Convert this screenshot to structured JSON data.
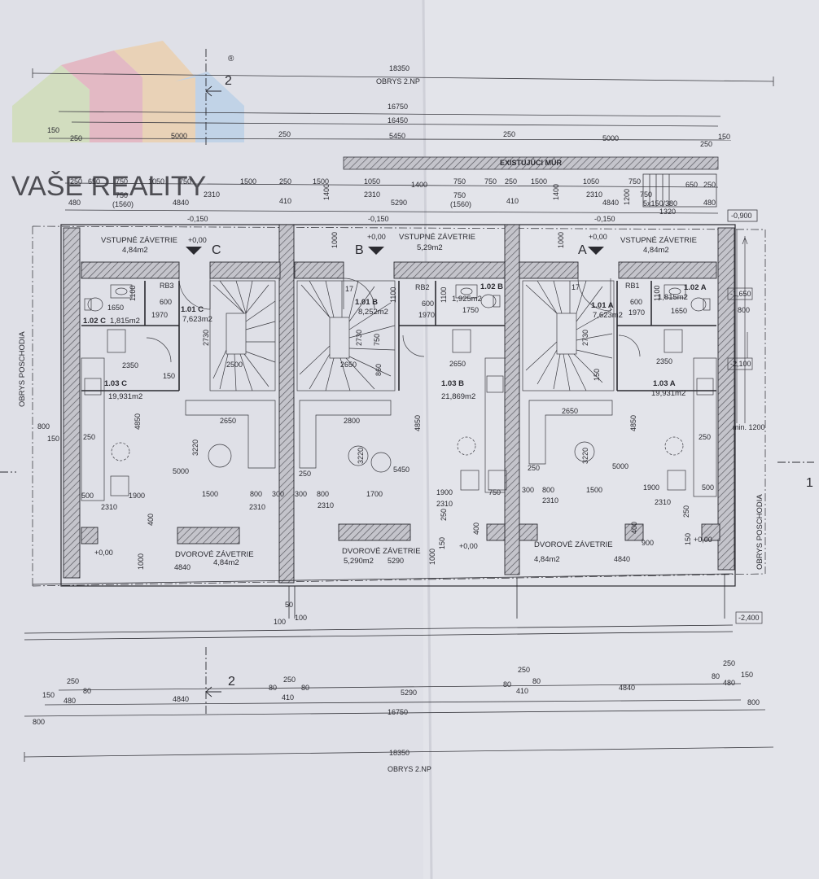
{
  "watermark": {
    "text": "VAŠE REALITY",
    "mark": "®"
  },
  "dims": {
    "total": "18350",
    "obrys": "OBRYS 2.NP",
    "d16750": "16750",
    "d16450": "16450",
    "d150": "150",
    "d250": "250",
    "d5000": "5000",
    "d5450": "5450",
    "d650": "650",
    "d750": "750",
    "d1050": "1050",
    "d1500": "1500",
    "d1400": "1400",
    "d480": "480",
    "d4840": "4840",
    "d2310": "2310",
    "d1560": "(1560)",
    "d410": "410",
    "d5290": "5290",
    "d1000": "1000",
    "d1200": "1200",
    "d1320": "1320",
    "stair_step": "5x150/380",
    "existing_wall": "EXISTUJÚCI MÚR",
    "lvl_m0150": "-0,150",
    "lvl_0": "+0,00",
    "lvl_m0900": "-0,900",
    "lvl_m1650": "-1,650",
    "lvl_m2100": "-2,100",
    "lvl_m2400": "-2,400",
    "d800": "800",
    "d100": "100",
    "d50": "50",
    "d80": "80",
    "d900": "900",
    "d400": "400",
    "min1200": "min. 1200",
    "obrys_poschodia": "OBRYS POSCHODIA",
    "d1100": "1100",
    "d600": "600",
    "d1970": "1970",
    "d1650": "1650",
    "d1750": "1750",
    "d2730": "2730",
    "d2350": "2350",
    "d2500": "2500",
    "d2650": "2650",
    "d2800": "2800",
    "d4850": "4850",
    "d3220": "3220",
    "d1900": "1900",
    "d500": "500",
    "d1700": "1700",
    "d300": "300",
    "d860": "860",
    "d17": "17"
  },
  "section_marks": {
    "two": "2",
    "one": "1"
  },
  "units": {
    "a": "A",
    "b": "B",
    "c": "C"
  },
  "rooms": {
    "vst_name": "VSTUPNÉ ZÁVETRIE",
    "vst_c": "4,84m2",
    "vst_b": "5,29m2",
    "vst_a": "4,84m2",
    "dvor_name": "DVOROVÉ ZÁVETRIE",
    "dvor_c": "4,84m2",
    "dvor_b": "5,290m2",
    "dvor_a": "4,84m2",
    "r101c": "1.01 C",
    "a101c": "7,623m2",
    "r101b": "1.01 B",
    "a101b": "8,252m2",
    "r101a": "1.01 A",
    "a101a": "7,623m2",
    "r102c": "1.02 C",
    "a102c": "1,815m2",
    "r102b": "1.02 B",
    "a102b": "1,925m2",
    "r102a": "1.02 A",
    "a102a": "1,815m2",
    "r103c": "1.03 C",
    "a103c": "19,931m2",
    "r103b": "1.03 B",
    "a103b": "21,869m2",
    "r103a": "1.03 A",
    "a103a": "19,931m2",
    "rb1": "RB1",
    "rb2": "RB2",
    "rb3": "RB3"
  },
  "colors": {
    "paper": "#e3e4ea",
    "ink": "#2a2a30",
    "wall_fill": "#b9b9c0"
  }
}
